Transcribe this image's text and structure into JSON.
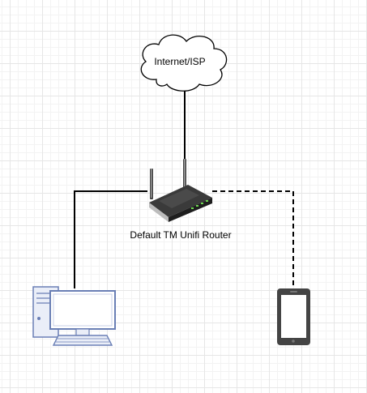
{
  "nodes": {
    "internet": {
      "label": "Internet/ISP"
    },
    "router": {
      "label": "Default TM Unifi Router"
    }
  },
  "colors": {
    "line": "#000000",
    "device_outline": "#6a7fb5",
    "device_fill": "#eaeef8",
    "phone": "#444444",
    "router_body": "#2c2c2c",
    "router_led": "#6bd64f"
  },
  "icons": {
    "cloud": "cloud-icon",
    "router": "router-icon",
    "desktop": "desktop-computer-icon",
    "phone": "smartphone-icon"
  },
  "edges": [
    {
      "from": "internet",
      "to": "router",
      "style": "solid"
    },
    {
      "from": "router",
      "to": "desktop",
      "style": "solid"
    },
    {
      "from": "router",
      "to": "phone",
      "style": "dashed"
    }
  ]
}
